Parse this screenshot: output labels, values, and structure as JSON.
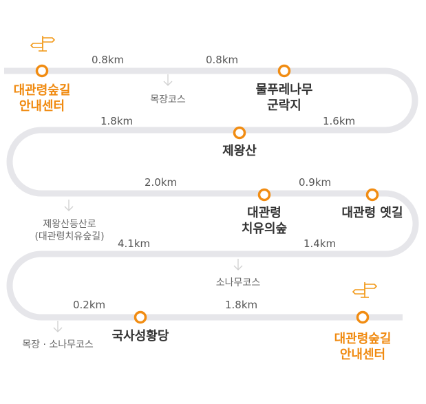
{
  "colors": {
    "path": "#e6e6ea",
    "stop_ring": "#f18c12",
    "start_text": "#f08a10",
    "signpost": "#f29a1a",
    "branch_arrow": "#cfcfcf"
  },
  "icons": [
    "signpost-icon",
    "down-arrow-icon"
  ],
  "start": {
    "line1": "대관령숲길",
    "line2": "안내센터"
  },
  "end": {
    "line1": "대관령숲길",
    "line2": "안내센터"
  },
  "stops": {
    "mulpure": {
      "line1": "물푸레나무",
      "line2": "군락지"
    },
    "jewangsan": "제왕산",
    "healing": {
      "line1": "대관령",
      "line2": "치유의숲"
    },
    "old_road": "대관령 옛길",
    "guksa": "국사성황당"
  },
  "distances": {
    "d1": "0.8km",
    "d2": "0.8km",
    "d3": "1.8km",
    "d4": "1.6km",
    "d5": "2.0km",
    "d6": "0.9km",
    "d7": "4.1km",
    "d8": "1.4km",
    "d9": "0.2km",
    "d10": "1.8km"
  },
  "branches": {
    "ranch": "목장코스",
    "jewangsan_trail": {
      "line1": "제왕산등산로",
      "line2": "(대관령치유숲길)"
    },
    "pine": "소나무코스",
    "ranch_pine": "목장 · 소나무코스"
  }
}
